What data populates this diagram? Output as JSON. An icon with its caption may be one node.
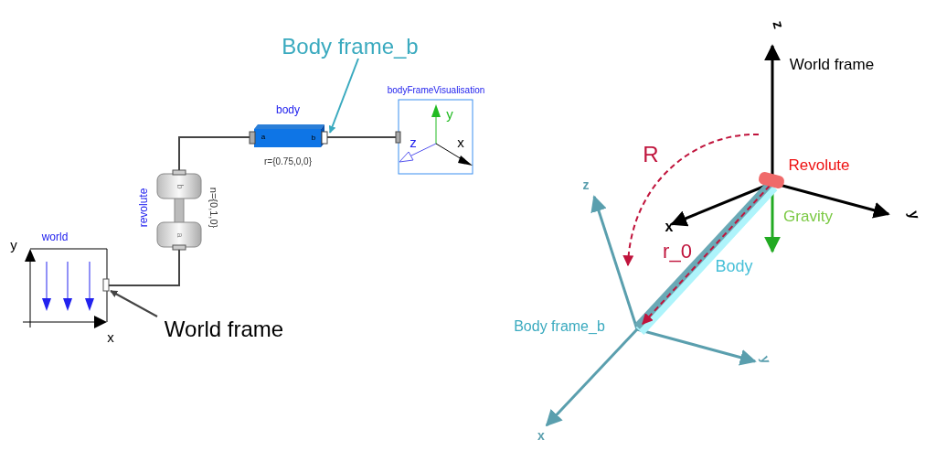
{
  "diagram": {
    "nodes": [
      {
        "text": [
          "world"
        ]
      },
      {
        "text": [
          "revolute",
          "n={0,1,0}"
        ]
      },
      {
        "text": [
          "body",
          "r={0.75,0,0}"
        ]
      },
      {
        "text": [
          "bodyFrameVisualisation"
        ]
      },
      {
        "text": [
          "World frame"
        ]
      },
      {
        "text": [
          "Body frame_b"
        ]
      }
    ],
    "edges": [
      {
        "from": 0,
        "to": 1,
        "arrow": "none"
      },
      {
        "from": 1,
        "to": 2,
        "arrow": "none"
      },
      {
        "from": 2,
        "to": 3,
        "arrow": "none"
      },
      {
        "from": 4,
        "to": 0,
        "arrow": "to"
      },
      {
        "from": 5,
        "to": 2,
        "arrow": "to",
        "color": "#3aaabf"
      }
    ],
    "labels": [
      "y",
      "x",
      "b",
      "a",
      "a",
      "b",
      "y",
      "z",
      "x",
      "z",
      "World frame",
      "R",
      "Revolute",
      "x",
      "y",
      "Gravity",
      "z",
      "r_0",
      "Body",
      "Body frame_b",
      "y",
      "x"
    ]
  }
}
